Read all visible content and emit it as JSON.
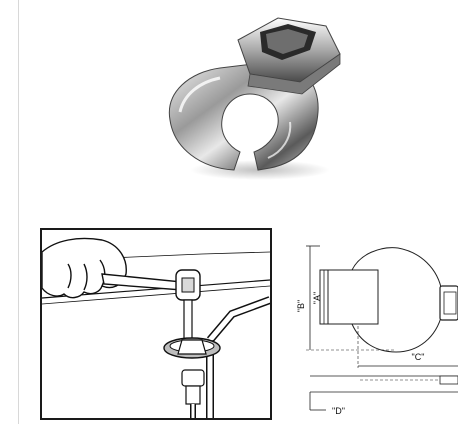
{
  "product_photo": {
    "subject": "crowfoot-wrench"
  },
  "usage_illustration": {
    "subject": "crowfoot-on-ratchet-tightening-tube-nut"
  },
  "dimension_drawing": {
    "labels": {
      "A": "\"A\"",
      "B": "\"B\"",
      "C": "\"C\"",
      "D": "\"D\""
    }
  }
}
